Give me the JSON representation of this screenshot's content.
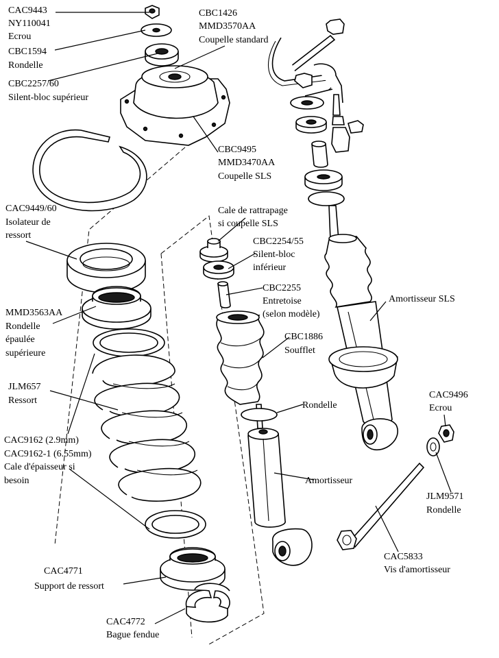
{
  "labels": {
    "cac9443": [
      "CAC9443",
      "NY110041",
      "Ecrou"
    ],
    "cbc1594": [
      "CBC1594",
      "Rondelle"
    ],
    "cbc2257": [
      "CBC2257/60",
      "Silent-bloc supérieur"
    ],
    "cbc1426": [
      "CBC1426",
      "MMD3570AA",
      "Coupelle standard"
    ],
    "cbc9495": [
      "CBC9495",
      "MMD3470AA",
      "Coupelle SLS"
    ],
    "cac9449": [
      "CAC9449/60",
      "Isolateur de",
      "ressort"
    ],
    "cale_rattrapage": [
      "Cale de rattrapage",
      "si coupelle SLS"
    ],
    "cbc2254": [
      "CBC2254/55",
      "Silent-bloc",
      "inférieur"
    ],
    "cbc2255": [
      "CBC2255",
      "Entretoise",
      "(selon modèle)"
    ],
    "mmd3563": [
      "MMD3563AA",
      "Rondelle",
      "épaulée",
      "supérieure"
    ],
    "cbc1886": [
      "CBC1886",
      "Soufflet"
    ],
    "amortisseur_sls": [
      "Amortisseur SLS"
    ],
    "jlm657": [
      "JLM657",
      "Ressort"
    ],
    "rondelle": [
      "Rondelle"
    ],
    "cac9496": [
      "CAC9496",
      "Ecrou"
    ],
    "cac9162": [
      "CAC9162 (2.9mm)",
      "CAC9162-1 (6.55mm)",
      "Cale d'épaisseur si",
      "besoin"
    ],
    "amortisseur": [
      "Amortisseur"
    ],
    "jlm9571": [
      "JLM9571",
      "Rondelle"
    ],
    "cac5833": [
      "CAC5833",
      "Vis d'amortisseur"
    ],
    "cac4771": [
      "CAC4771",
      "Support de ressort"
    ],
    "cac4772": [
      "CAC4772",
      "Bague fendue"
    ]
  }
}
